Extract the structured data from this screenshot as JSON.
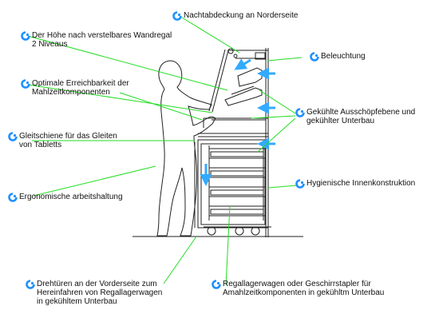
{
  "labels": {
    "nachtabdeckung": "Nachtabdeckung an Norderseite",
    "wandregal": "Der Höhe nach verstelbares Wandregal\n2 Niveaus",
    "beleuchtung": "Beleuchtung",
    "erreichbarkeit": "Optimale Erreichbarkeit der\nMahlzeitkomponenten",
    "gekuehlte": "Gekühlte Ausschöpfebene und\ngekühlter Unterbau",
    "gleitschiene": "Gleitschiene für das Gleiten\nvon Tabletts",
    "hygienische": "Hygienische Innenkonstruktion",
    "ergonomische": "Ergonomische arbeitshaltung",
    "drehtueren": "Drehtüren an der Vorderseite zum\nHereinfahren von Regallagerwagen\nin gekühltem Unterbau",
    "regallagerwagen": "Regallagerwagen oder Geschirrstapler für\nAmahlzeitkomponenten in gekühltm Unterbau"
  },
  "icon": {
    "name": "info-swirl-icon",
    "color": "#1e90ff"
  },
  "colors": {
    "leader": "#22dd22",
    "arrow": "#33aaff",
    "line": "#222222"
  }
}
